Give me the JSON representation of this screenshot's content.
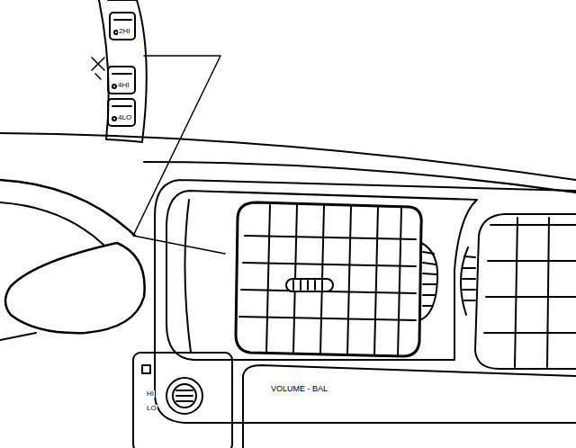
{
  "diagram": {
    "labels": [
      "2HI",
      "4HI",
      "4LO",
      "HI",
      "LO",
      "VOLUME - BAL"
    ]
  }
}
